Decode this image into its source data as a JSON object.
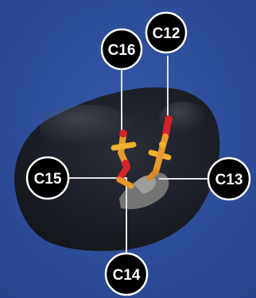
{
  "labels": {
    "c12": "C12",
    "c16": "C16",
    "c15": "C15",
    "c13": "C13",
    "c14": "C14"
  },
  "colors": {
    "background": "#2d4e9a",
    "molecule_body": "#1c1f28",
    "label_fill": "#000000",
    "label_stroke": "#ffffff",
    "leader_line": "#e4e4e4",
    "stick_orange": "#e79a2c",
    "stick_red": "#d5232a",
    "surface_gray": "#8a8a86"
  }
}
